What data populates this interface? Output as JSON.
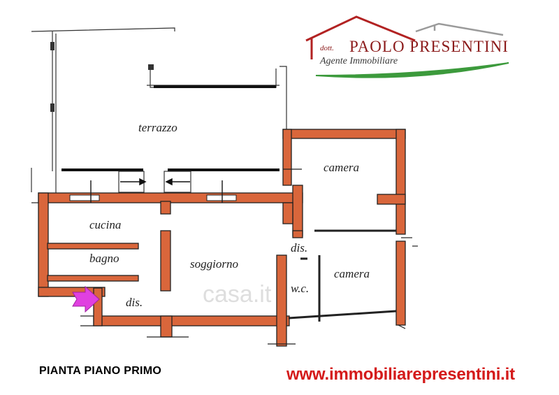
{
  "branding": {
    "prefix": "dott.",
    "name": "PAOLO PRESENTINI",
    "subtitle": "Agente Immobiliare"
  },
  "rooms": {
    "terrazzo": "terrazzo",
    "camera_top": "camera",
    "cucina": "cucina",
    "bagno": "bagno",
    "soggiorno": "soggiorno",
    "dis_center": "dis.",
    "camera_bottom": "camera",
    "wc": "w.c.",
    "dis_left": "dis."
  },
  "caption": "PIANTA PIANO PRIMO",
  "website": "www.immobiliarepresentini.it",
  "watermark": "casa.it",
  "colors": {
    "wall": "#d9663b",
    "wall_outline": "#222222",
    "brand_red": "#8b1a1a",
    "entrance_arrow": "#e040e0",
    "swoosh_green": "#3c9a3c",
    "website_red": "#d41a1a"
  }
}
